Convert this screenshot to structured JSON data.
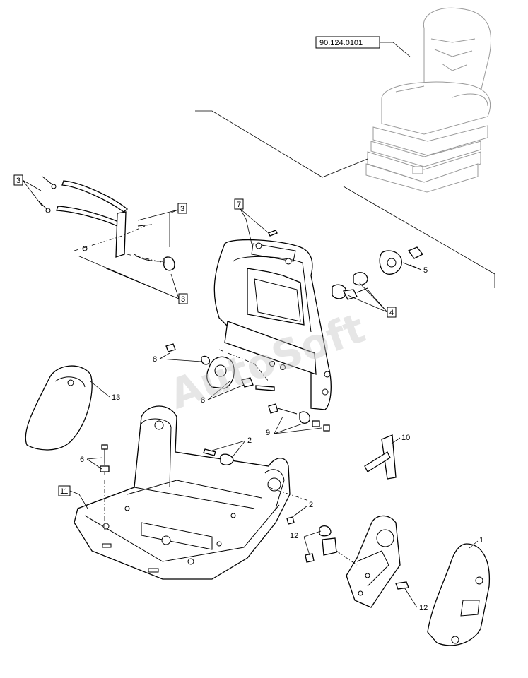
{
  "diagram": {
    "reference_part": "90.124.0101",
    "watermark": "AutoSoft",
    "callouts": {
      "c1": "1",
      "c2a": "2",
      "c2b": "2",
      "c3a": "3",
      "c3b": "3",
      "c3c": "3",
      "c4": "4",
      "c5": "5",
      "c6": "6",
      "c7": "7",
      "c8a": "8",
      "c8b": "8",
      "c9": "9",
      "c10": "10",
      "c11": "11",
      "c12a": "12",
      "c12b": "12",
      "c13": "13"
    }
  }
}
